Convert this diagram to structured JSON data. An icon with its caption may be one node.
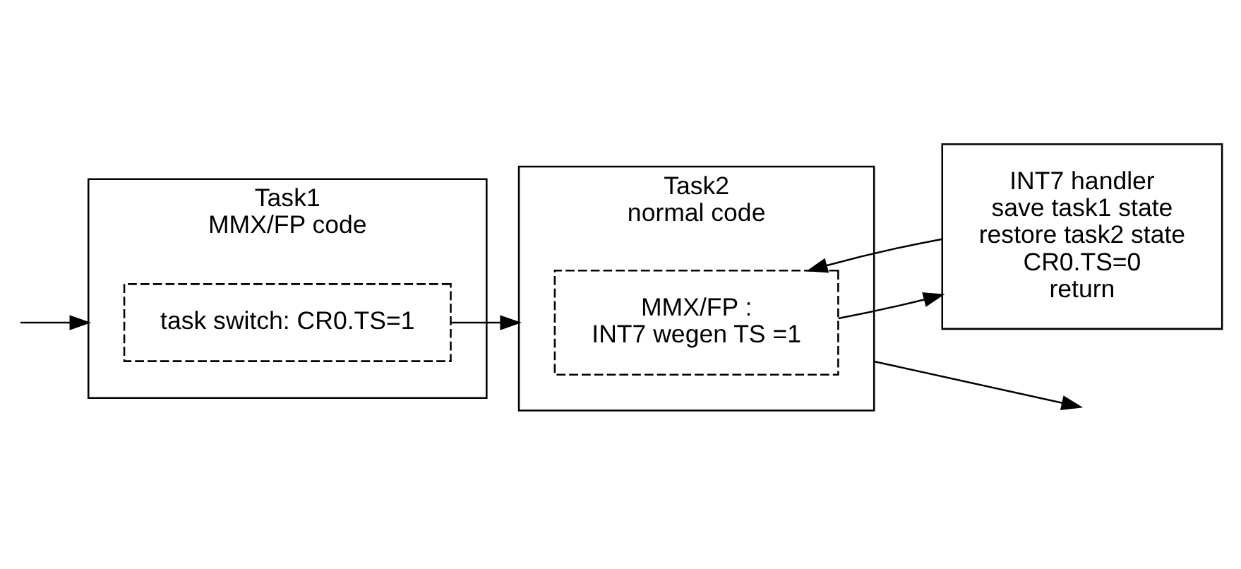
{
  "diagram": {
    "nodes": [
      {
        "text": [
          "Task1",
          "MMX/FP code"
        ]
      },
      {
        "text": [
          "task switch: CR0.TS=1"
        ],
        "in": 0
      },
      {
        "text": [
          "Task2",
          "normal code"
        ]
      },
      {
        "text": [
          "MMX/FP :",
          "INT7 wegen TS =1"
        ],
        "in": 2
      },
      {
        "text": [
          "INT7 handler",
          "save task1 state",
          "restore task2 state",
          "CR0.TS=0",
          "return"
        ]
      }
    ],
    "edges": [
      {
        "from": null,
        "to": 0,
        "arrow": "to"
      },
      {
        "from": 1,
        "to": 2,
        "arrow": "to"
      },
      {
        "from": 3,
        "to": 4,
        "arrow": "to"
      },
      {
        "from": 4,
        "to": 3,
        "arrow": "to"
      },
      {
        "from": 2,
        "to": null,
        "arrow": "to"
      }
    ]
  }
}
